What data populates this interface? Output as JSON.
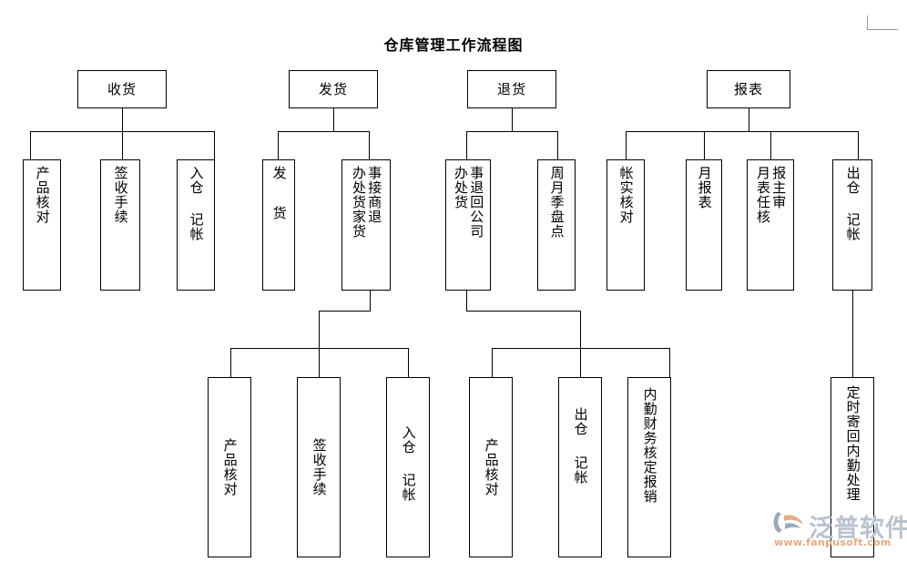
{
  "title": "仓库管理工作流程图",
  "colors": {
    "line": "#000000",
    "background": "#ffffff",
    "text": "#000000",
    "corner_mark": "#9a9a9a",
    "watermark_text": "#b9c2cf",
    "watermark_url": "#e8a87c",
    "logo_orange": "#e8a87c",
    "logo_blue": "#9aa9bd"
  },
  "corner_mark": {
    "name": "page-corner-mark"
  },
  "watermark": {
    "brand": "泛普软件",
    "url": "www.fanpusoft.com"
  },
  "nodes": {
    "receive_root": "收货",
    "ship_root": "发货",
    "return_root": "退货",
    "report_root": "报表",
    "receive_c1": "产品核对",
    "receive_c2": "签收手续",
    "receive_c3_a": "入仓",
    "receive_c3_b": "记帐",
    "ship_c1_a": "发",
    "ship_c1_b": "货",
    "ship_c2_right": "事接商退",
    "ship_c2_left": "办处货家货",
    "return_c1_right": "事退回公司",
    "return_c1_left": "办处货",
    "return_c2": "周月季盘点",
    "report_c1": "帐实核对",
    "report_c2": "月报表",
    "report_c3_right": "报主审",
    "report_c3_left": "月表任核",
    "report_c4_a": "出仓",
    "report_c4_b": "记帐",
    "ship_g1": "产品核对",
    "ship_g2": "签收手续",
    "ship_g3_a": "入仓",
    "ship_g3_b": "记帐",
    "return_g1": "产品核对",
    "return_g2_a": "出仓",
    "return_g2_b": "记帐",
    "return_g3": "内勤财务核定报销",
    "report_tail": "定时寄回内勤处理"
  }
}
